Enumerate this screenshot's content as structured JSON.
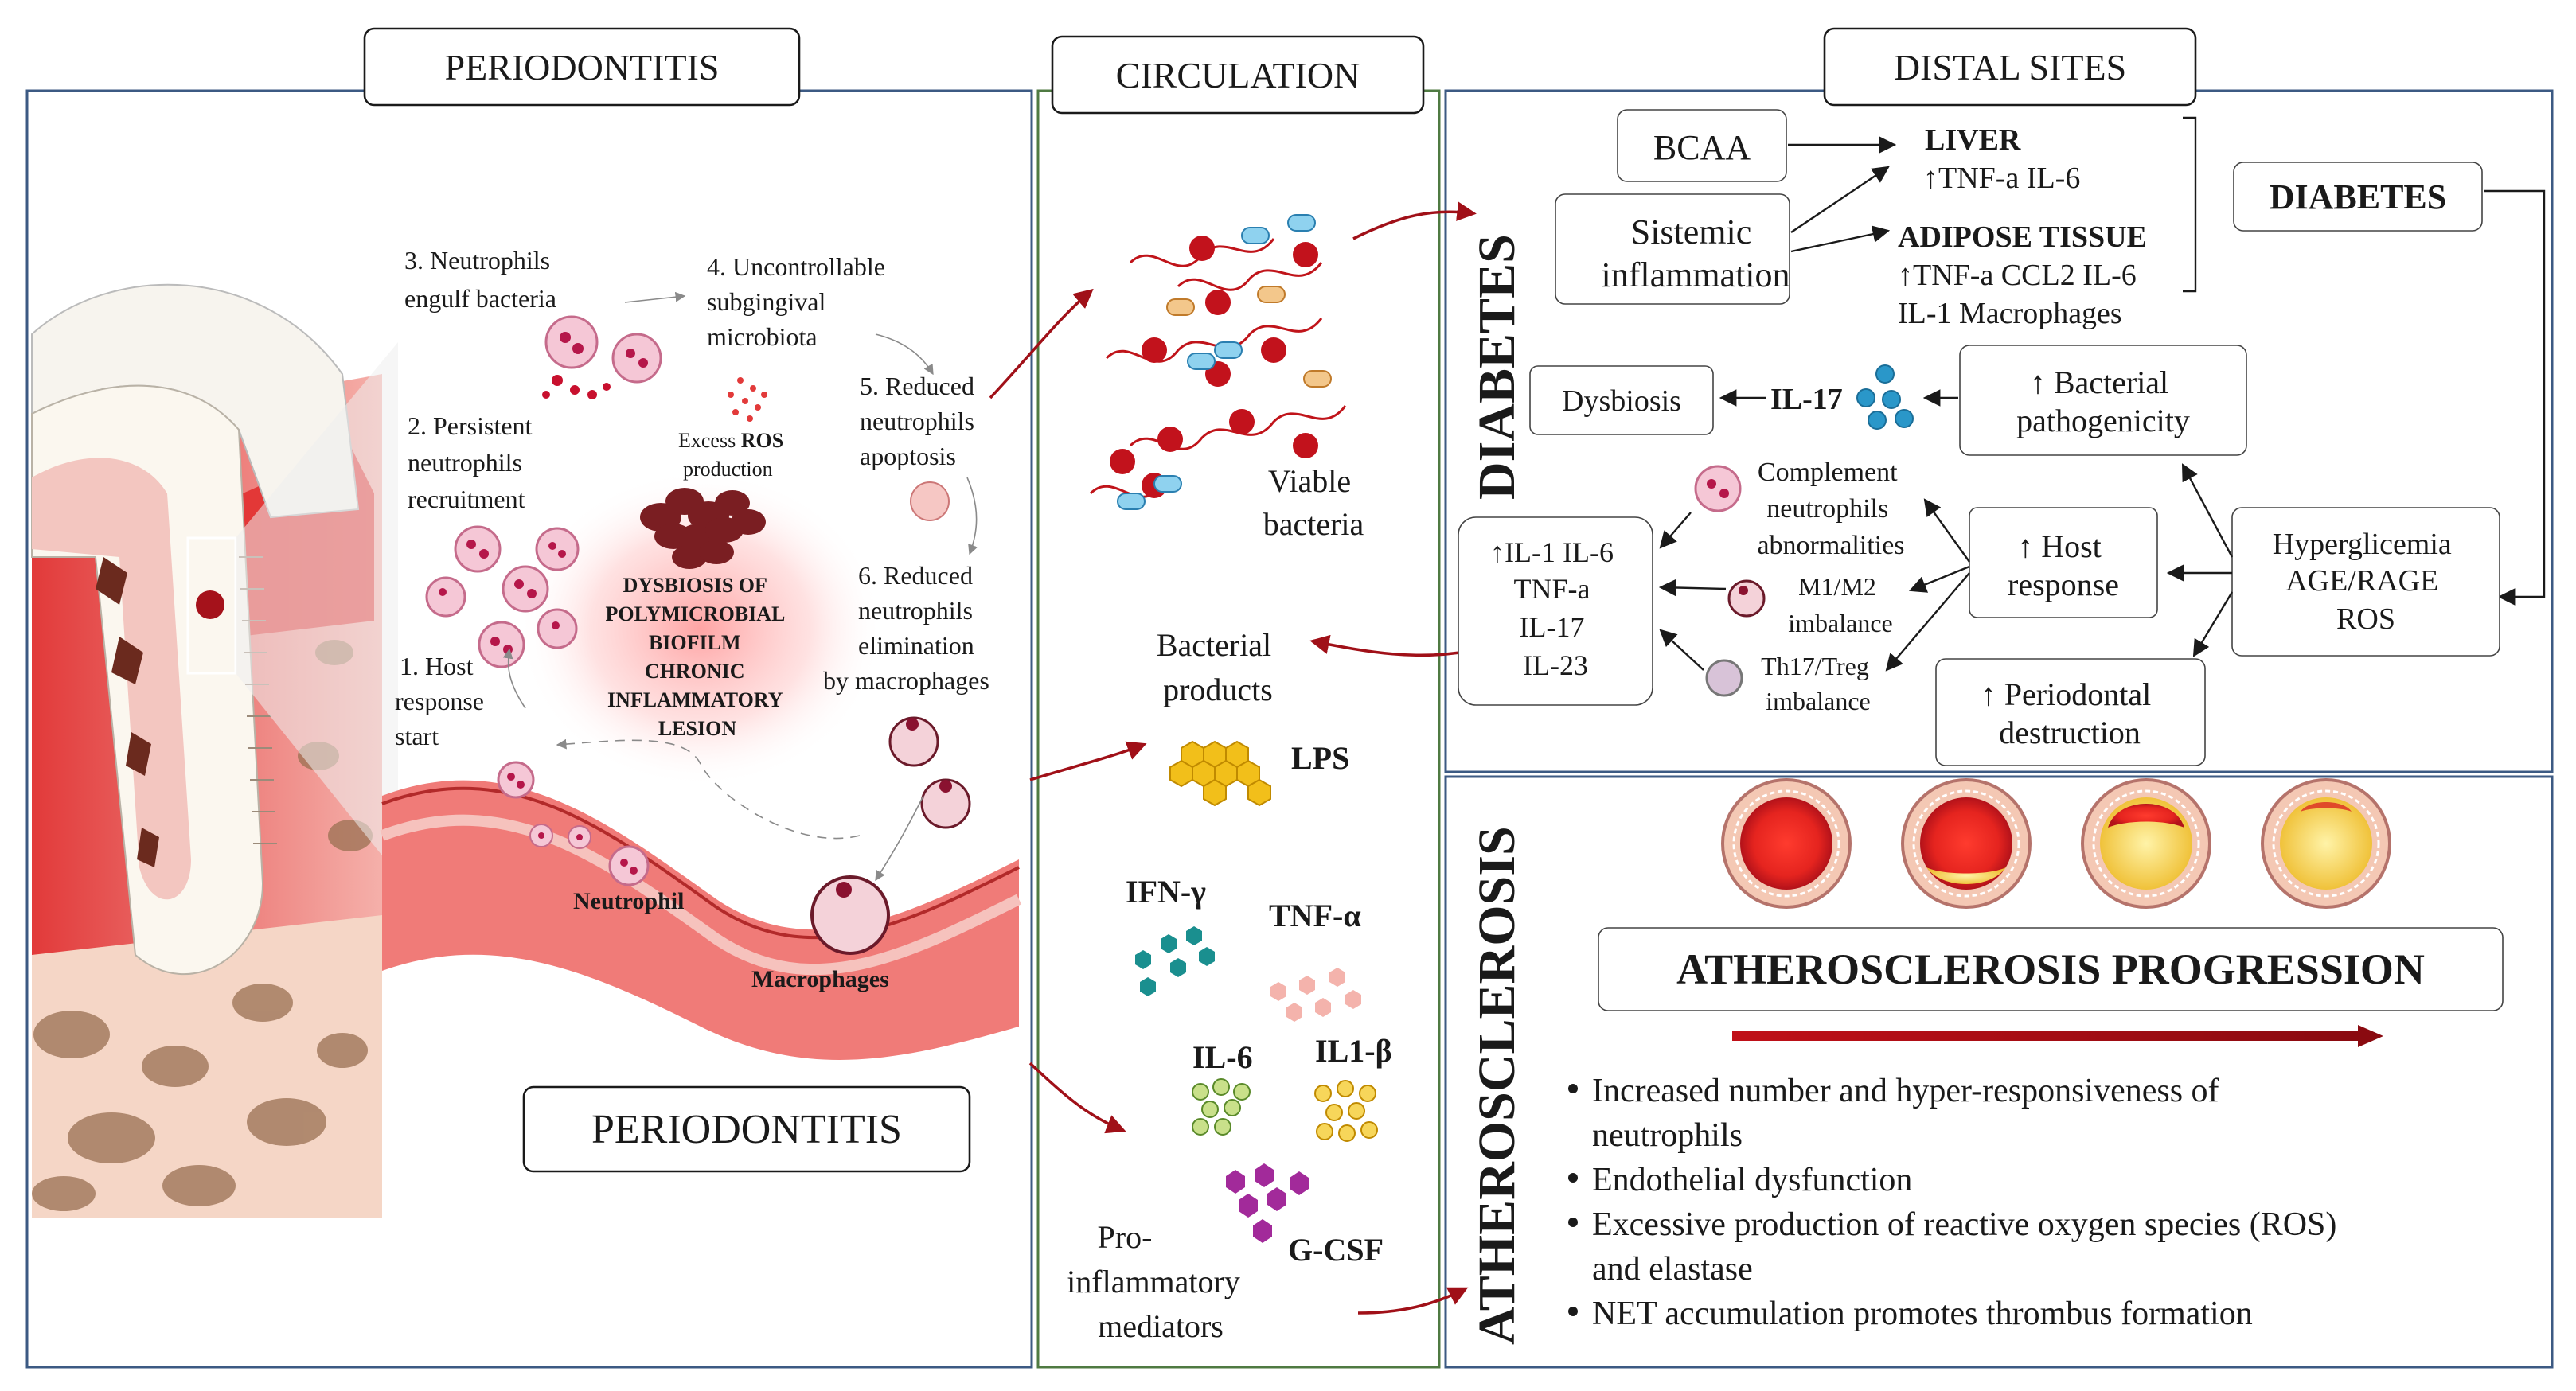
{
  "headers": {
    "periodontitis": "PERIODONTITIS",
    "circulation": "CIRCULATION",
    "distal_sites": "DISTAL SITES"
  },
  "periodontitis": {
    "label_box": "PERIODONTITIS",
    "steps": {
      "s1": [
        "1. Host",
        "response",
        "start"
      ],
      "s2": [
        "2. Persistent",
        "neutrophils",
        "recruitment"
      ],
      "s3": [
        "3. Neutrophils",
        "engulf bacteria"
      ],
      "s4": [
        "4. Uncontrollable",
        "subgingival",
        "microbiota"
      ],
      "s5": [
        "5. Reduced",
        "neutrophils",
        "apoptosis"
      ],
      "s6": [
        "6. Reduced",
        "neutrophils",
        "elimination",
        "by macrophages"
      ]
    },
    "ros": {
      "prefix": "Excess ",
      "bold": "ROS",
      "line2": "production"
    },
    "dysbiosis": [
      "DYSBIOSIS OF",
      "POLYMICROBIAL",
      "BIOFILM",
      "CHRONIC",
      "INFLAMMATORY",
      "LESION"
    ],
    "neutrophil": "Neutrophil",
    "macrophages": "Macrophages"
  },
  "circulation": {
    "viable": [
      "Viable",
      "bacteria"
    ],
    "products": [
      "Bacterial",
      "products"
    ],
    "lps": "LPS",
    "ifn": "IFN-γ",
    "tnf": "TNF-α",
    "il6": "IL-6",
    "il1b": "IL1-β",
    "gcsf": "G-CSF",
    "pro": [
      "Pro-",
      "inflammatory",
      "mediators"
    ]
  },
  "diabetes": {
    "side_label": "DIABETES",
    "bcaa": "BCAA",
    "sistemic": [
      "Sistemic",
      "inflammation"
    ],
    "liver_title": "LIVER",
    "liver_line": "↑TNF-a IL-6",
    "adipose_title": "ADIPOSE TISSUE",
    "adipose_line1": "↑TNF-a  CCL2  IL-6",
    "adipose_line2": "IL-1  Macrophages",
    "diabetes_box": "DIABETES",
    "dysbiosis_box": "Dysbiosis",
    "il17": "IL-17",
    "bact_path": [
      "↑ Bacterial",
      "pathogenicity"
    ],
    "complement": [
      "Complement",
      "neutrophils",
      "abnormalities"
    ],
    "m1m2": [
      "M1/M2",
      "imbalance"
    ],
    "th17": [
      "Th17/Treg",
      "imbalance"
    ],
    "cytokines": [
      "↑IL-1 IL-6",
      "TNF-a",
      "IL-17",
      "IL-23"
    ],
    "host": [
      "↑ Host",
      "response"
    ],
    "hyper": [
      "Hyperglicemia",
      "AGE/RAGE",
      "ROS"
    ],
    "perio_dest": [
      "↑ Periodontal",
      "destruction"
    ]
  },
  "atherosclerosis": {
    "side_label": "ATHEROSCLEROSIS",
    "title": "ATHEROSCLEROSIS PROGRESSION",
    "bullets": [
      [
        "Increased number and hyper-responsiveness of",
        "neutrophils"
      ],
      [
        "Endothelial dysfunction"
      ],
      [
        "Excessive production of reactive oxygen species (ROS)",
        "and elastase"
      ],
      [
        "NET accumulation promotes thrombus formation"
      ]
    ]
  },
  "colors": {
    "panel_border": "#3c5a83",
    "circulation_border": "#4f7a42",
    "accent_red": "#a01018",
    "gum_red": "#e2333d"
  }
}
